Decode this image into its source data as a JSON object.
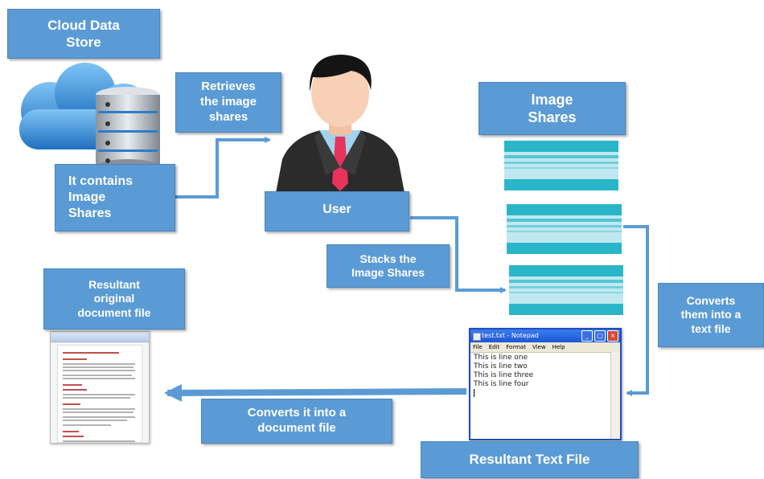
{
  "boxes": {
    "cloud_data_store": "Cloud Data\nStore",
    "retrieves": "Retrieves\nthe image\nshares",
    "contains": "It contains\nImage\nShares",
    "user": "User",
    "image_shares": "Image\nShares",
    "stacks": "Stacks the\nImage Shares",
    "converts_text": "Converts\nthem into a\ntext file",
    "resultant_original": "Resultant\noriginal\ndocument file",
    "converts_document": "Converts it into a\ndocument file",
    "resultant_text": "Resultant Text File"
  },
  "notepad": {
    "title": "test.txt - Notepad",
    "menu": [
      "File",
      "Edit",
      "Format",
      "View",
      "Help"
    ],
    "lines": [
      "This is line one",
      "This is line two",
      "This is line three",
      "This is line four"
    ],
    "buttons": [
      "_",
      "□",
      "×"
    ]
  },
  "colors": {
    "box_fill": "#5b9bd5",
    "box_text": "#ffffff",
    "connector": "#5b9bd5",
    "share_stripe": "#29b6c8"
  },
  "icons": {
    "cloud": "cloud-database-icon",
    "user": "businessman-avatar-icon",
    "share": "image-share-pattern-icon",
    "document": "word-document-thumbnail-icon"
  }
}
